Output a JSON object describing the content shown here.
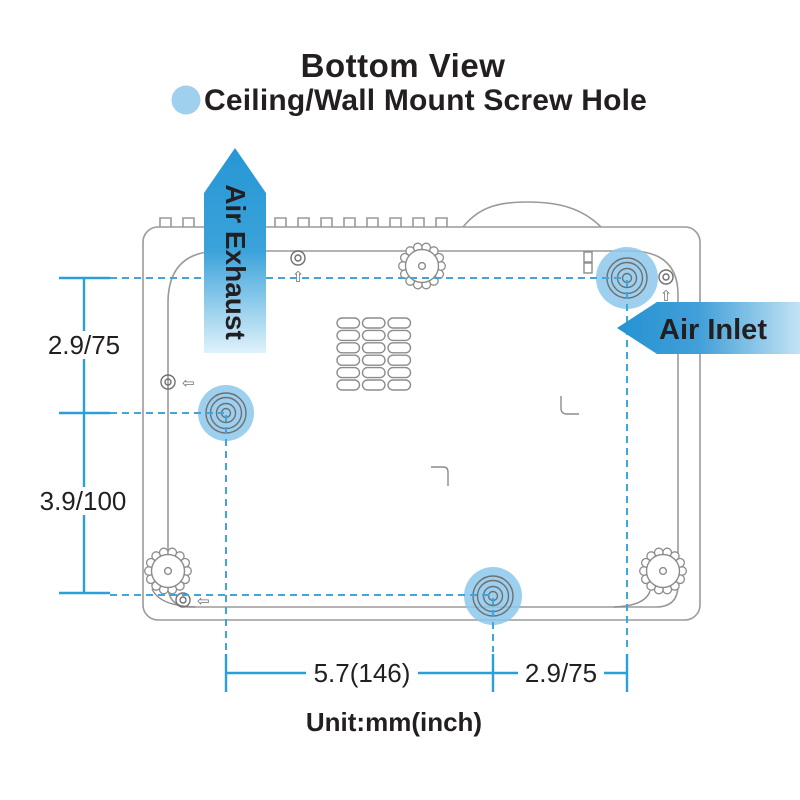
{
  "title": "Bottom View",
  "legend": {
    "label": "Ceiling/Wall Mount Screw Hole",
    "swatch_color": "#9FD0EE"
  },
  "arrows": {
    "exhaust_label": "Air Exhaust",
    "inlet_label": "Air Inlet"
  },
  "dimensions": {
    "left_upper": "2.9/75",
    "left_lower": "3.9/100",
    "bottom_left": "5.7(146)",
    "bottom_right": "2.9/75"
  },
  "unit_note": "Unit:mm(inch)",
  "icons": {
    "screw_arrow_up": "⇧",
    "screw_arrow_left": "⇦"
  },
  "colors": {
    "arrow_blue": "#2E9BD6",
    "dash_blue": "#3FA5DC",
    "dimension_blue": "#2B9FD9",
    "screw_highlight_blue": "#8CC8EB",
    "outline_gray": "#9A9A9A",
    "text_dark": "#231F20"
  }
}
